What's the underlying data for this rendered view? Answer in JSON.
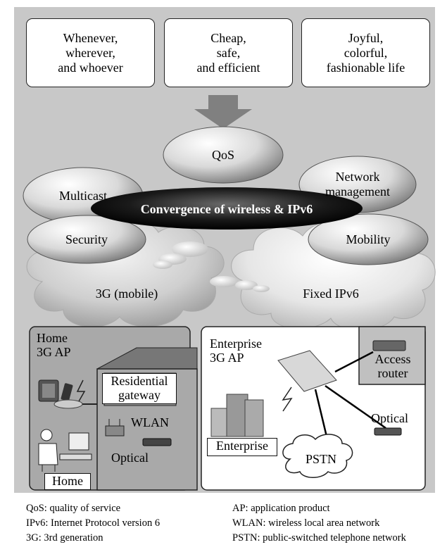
{
  "goals": [
    "Whenever,\nwherever,\nand whoever",
    "Cheap,\nsafe,\nand efficient",
    "Joyful,\ncolorful,\nfashionable life"
  ],
  "technologies": {
    "qos": "QoS",
    "multicast": "Multicast",
    "network_management": "Network\nmanagement",
    "convergence": "Convergence of wireless & IPv6",
    "security": "Security",
    "mobility": "Mobility"
  },
  "clouds": {
    "mobile": "3G (mobile)",
    "fixed": "Fixed IPv6",
    "pstn": "PSTN"
  },
  "home": {
    "title": "Home\n3G AP",
    "gateway": "Residential\ngateway",
    "wlan": "WLAN",
    "optical": "Optical",
    "label": "Home"
  },
  "enterprise": {
    "title": "Enterprise\n3G AP",
    "router": "Access\nrouter",
    "optical": "Optical",
    "label": "Enterprise"
  },
  "legend_left": [
    "QoS: quality of service",
    "IPv6: Internet Protocol version 6",
    "3G: 3rd generation"
  ],
  "legend_right": [
    "AP: application product",
    "WLAN: wireless local area network",
    "PSTN: public-switched telephone network"
  ],
  "colors": {
    "frame": "#c8c8c8",
    "arrow": "#808080",
    "convergence_fill": "#111111",
    "home_panel": "#a9a9a9",
    "enterprise_panel": "#ffffff"
  }
}
